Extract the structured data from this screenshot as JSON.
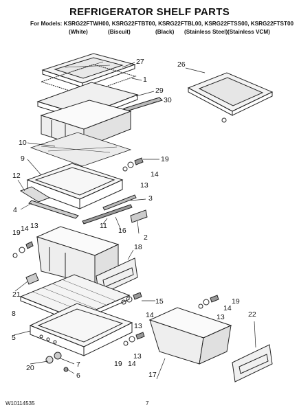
{
  "header": {
    "title": "REFRIGERATOR SHELF PARTS",
    "models": "For Models: KSRG22FTWH00, KSRG22FTBT00, KSRG22FTBL00, KSRG22FTSS00, KSRG22FTST00",
    "colors": [
      "(White)",
      "(Biscuit)",
      "(Black)",
      "(Stainless Steel)",
      "(Stainless VCM)"
    ]
  },
  "callouts": [
    "27",
    "1",
    "29",
    "30",
    "26",
    "10",
    "9",
    "19",
    "14",
    "13",
    "12",
    "3",
    "4",
    "11",
    "16",
    "2",
    "19",
    "14",
    "13",
    "18",
    "21",
    "8",
    "15",
    "14",
    "13",
    "19",
    "14",
    "13",
    "22",
    "5",
    "20",
    "7",
    "6",
    "19",
    "13",
    "14",
    "17"
  ],
  "footer": {
    "doc_number": "W10114535",
    "page_number": "7"
  }
}
